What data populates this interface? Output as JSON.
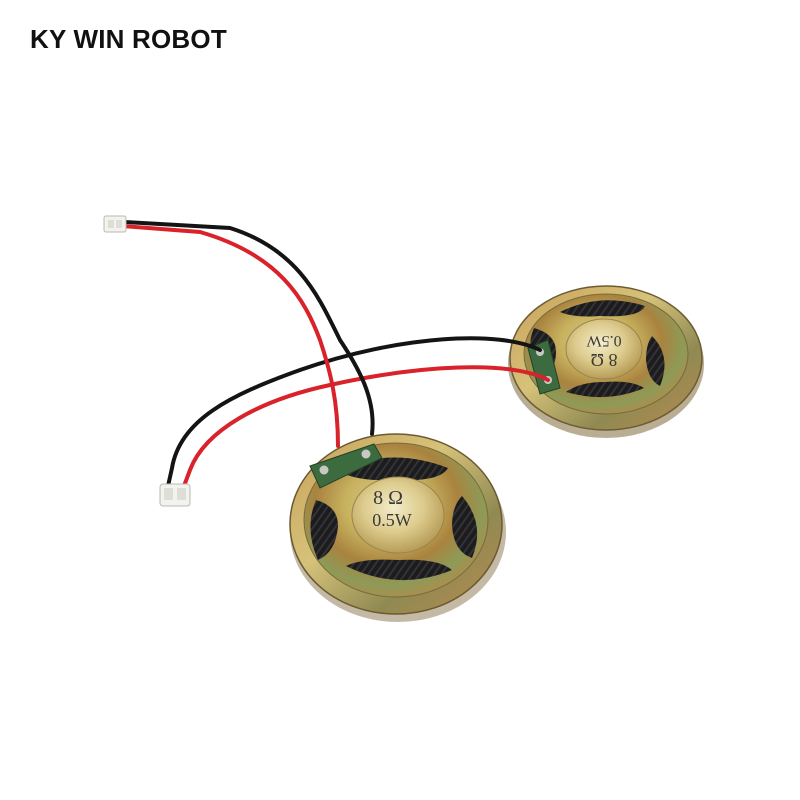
{
  "watermark": {
    "text": "KY WIN ROBOT"
  },
  "product": {
    "speaker_front": {
      "impedance": "8 Ω",
      "power": "0.5W"
    },
    "speaker_back": {
      "impedance": "8 Ω",
      "power": "0.5W"
    }
  },
  "colors": {
    "background": "#ffffff",
    "metal_gold": "#c9b15a",
    "metal_rust": "#a9743f",
    "metal_green": "#9aa35a",
    "cone_black": "#1d1d1f",
    "wire_red": "#d8232a",
    "wire_black": "#141414",
    "pcb_green": "#3c6b3f",
    "connector_white": "#f2f2ee"
  }
}
